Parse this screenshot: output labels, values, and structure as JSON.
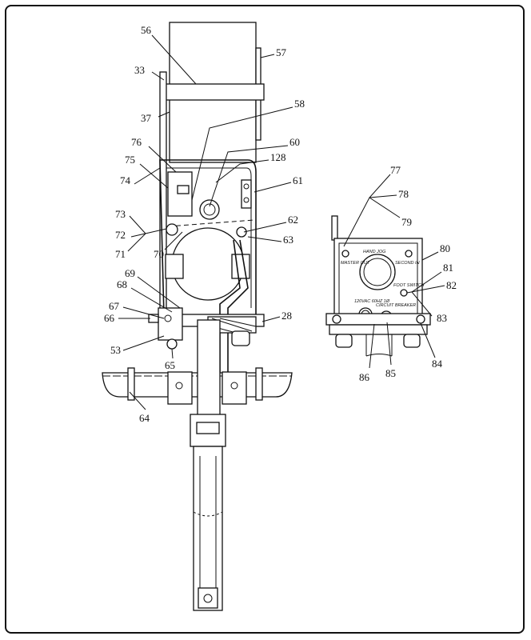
{
  "diagram": {
    "callouts": {
      "c56": "56",
      "c57": "57",
      "c33": "33",
      "c37": "37",
      "c58": "58",
      "c60": "60",
      "c128": "128",
      "c76": "76",
      "c61": "61",
      "c75": "75",
      "c74": "74",
      "c73": "73",
      "c72": "72",
      "c71": "71",
      "c70": "70",
      "c62": "62",
      "c63": "63",
      "c69": "69",
      "c68": "68",
      "c67": "67",
      "c66": "66",
      "c28": "28",
      "c53": "53",
      "c65": "65",
      "c64": "64",
      "c77": "77",
      "c78": "78",
      "c79": "79",
      "c80": "80",
      "c81": "81",
      "c82": "82",
      "c83": "83",
      "c84": "84",
      "c85": "85",
      "c86": "86"
    },
    "panel": {
      "hand_jog": "HAND JOG",
      "master_out": "MASTER OUT",
      "second_in": "SECOND IN",
      "foot_switch": "FOOT SWITCH",
      "power": "120VAC 60HZ 1Ø",
      "circuit_breaker": "CIRCUIT BREAKER"
    }
  }
}
